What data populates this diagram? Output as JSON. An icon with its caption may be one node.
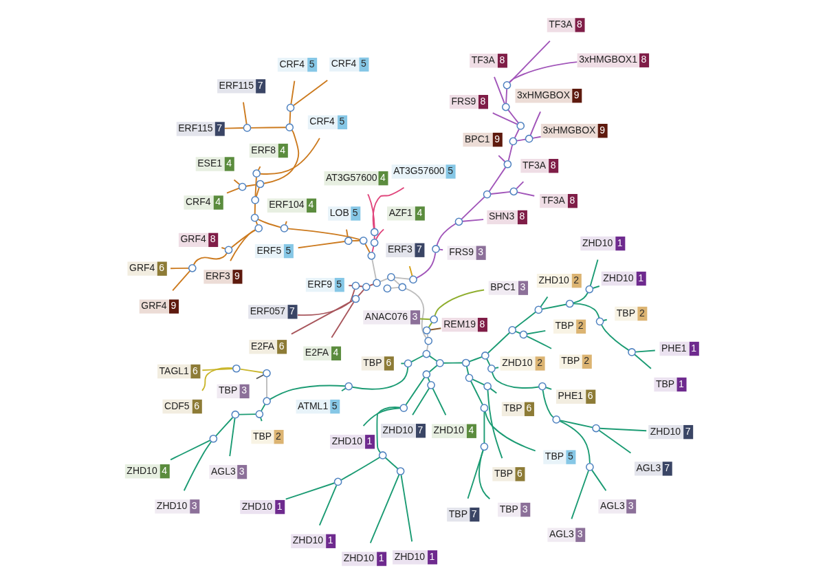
{
  "diagram": {
    "nodes": [
      {
        "text": [
          "ERF057"
        ],
        "beside": [
          "7"
        ]
      },
      {
        "text": [
          "ZHD10"
        ],
        "beside": [
          "1"
        ]
      },
      {
        "text": [
          "ZHD10"
        ],
        "beside": [
          "1"
        ]
      },
      {
        "text": [
          "ZHD10"
        ],
        "beside": [
          "1"
        ]
      },
      {
        "text": [
          "ZHD10"
        ],
        "beside": [
          "1"
        ]
      },
      {
        "text": [
          "ZHD10"
        ],
        "beside": [
          "1"
        ]
      },
      {
        "text": [
          "ZHD10"
        ],
        "beside": [
          "7"
        ]
      },
      {
        "text": [
          "ZHD10"
        ],
        "beside": [
          "4"
        ]
      },
      {
        "text": [
          "TBP"
        ],
        "beside": [
          "7"
        ]
      },
      {
        "text": [
          "TBP"
        ],
        "beside": [
          "3"
        ]
      },
      {
        "text": [
          "TBP"
        ],
        "beside": [
          "5"
        ]
      },
      {
        "text": [
          "TBP"
        ],
        "beside": [
          "6"
        ]
      },
      {
        "text": [
          "TBP"
        ],
        "beside": [
          "6"
        ]
      },
      {
        "text": [
          "AGL3"
        ],
        "beside": [
          "7"
        ]
      },
      {
        "text": [
          "ZHD10"
        ],
        "beside": [
          "7"
        ]
      },
      {
        "text": [
          "AGL3"
        ],
        "beside": [
          "3"
        ]
      },
      {
        "text": [
          "AGL3"
        ],
        "beside": [
          "3"
        ]
      },
      {
        "text": [
          "PHE1"
        ],
        "beside": [
          "6"
        ]
      },
      {
        "text": [
          "ZHD10"
        ],
        "beside": [
          "2"
        ]
      },
      {
        "text": [
          "ZHD10"
        ],
        "beside": [
          "2"
        ]
      },
      {
        "text": [
          "PHE1"
        ],
        "beside": [
          "1"
        ]
      },
      {
        "text": [
          "TBP"
        ],
        "beside": [
          "1"
        ]
      },
      {
        "text": [
          "TBP"
        ],
        "beside": [
          "2"
        ]
      },
      {
        "text": [
          "ZHD10"
        ],
        "beside": [
          "1"
        ]
      },
      {
        "text": [
          "ZHD10"
        ],
        "beside": [
          "1"
        ]
      },
      {
        "text": [
          "TBP"
        ],
        "beside": [
          "2"
        ]
      },
      {
        "text": [
          "TBP"
        ],
        "beside": [
          "2"
        ]
      },
      {
        "text": [
          "ZHD10"
        ],
        "beside": [
          "4"
        ]
      },
      {
        "text": [
          "ZHD10"
        ],
        "beside": [
          "3"
        ]
      },
      {
        "text": [
          "AGL3"
        ],
        "beside": [
          "3"
        ]
      },
      {
        "text": [
          "TBP"
        ],
        "beside": [
          "2"
        ]
      },
      {
        "text": [
          "ATML1"
        ],
        "beside": [
          "5"
        ]
      },
      {
        "text": [
          "TBP"
        ],
        "beside": [
          "6"
        ]
      },
      {
        "text": [
          "TAGL1"
        ],
        "beside": [
          "6"
        ]
      },
      {
        "text": [
          "CDF5"
        ],
        "beside": [
          "6"
        ]
      },
      {
        "text": [
          "TBP"
        ],
        "beside": [
          "3"
        ]
      },
      {
        "text": [
          "REM19"
        ],
        "beside": [
          "8"
        ]
      },
      {
        "text": [
          "BPC1"
        ],
        "beside": [
          "3"
        ]
      },
      {
        "text": [
          "ANAC076"
        ],
        "beside": [
          "3"
        ]
      },
      {
        "text": [
          "TF3A"
        ],
        "beside": [
          "8"
        ]
      },
      {
        "text": [
          "3xHMGBOX1"
        ],
        "beside": [
          "8"
        ]
      },
      {
        "text": [
          "TF3A"
        ],
        "beside": [
          "8"
        ]
      },
      {
        "text": [
          "FRS9"
        ],
        "beside": [
          "8"
        ]
      },
      {
        "text": [
          "3xHMGBOX"
        ],
        "beside": [
          "9"
        ]
      },
      {
        "text": [
          "3xHMGBOX"
        ],
        "beside": [
          "9"
        ]
      },
      {
        "text": [
          "BPC1"
        ],
        "beside": [
          "9"
        ]
      },
      {
        "text": [
          "TF3A"
        ],
        "beside": [
          "8"
        ]
      },
      {
        "text": [
          "TF3A"
        ],
        "beside": [
          "8"
        ]
      },
      {
        "text": [
          "SHN3"
        ],
        "beside": [
          "8"
        ]
      },
      {
        "text": [
          "FRS9"
        ],
        "beside": [
          "3"
        ]
      },
      {
        "text": [
          "ERF3"
        ],
        "beside": [
          "7"
        ]
      },
      {
        "text": [
          "CRF4"
        ],
        "beside": [
          "5"
        ]
      },
      {
        "text": [
          "CRF4"
        ],
        "beside": [
          "5"
        ]
      },
      {
        "text": [
          "ERF115"
        ],
        "beside": [
          "7"
        ]
      },
      {
        "text": [
          "ERF115"
        ],
        "beside": [
          "7"
        ]
      },
      {
        "text": [
          "ESE1"
        ],
        "beside": [
          "4"
        ]
      },
      {
        "text": [
          "CRF4"
        ],
        "beside": [
          "4"
        ]
      },
      {
        "text": [
          "ERF8"
        ],
        "beside": [
          "4"
        ]
      },
      {
        "text": [
          "CRF4"
        ],
        "beside": [
          "5"
        ]
      },
      {
        "text": [
          "GRF4"
        ],
        "beside": [
          "6"
        ]
      },
      {
        "text": [
          "GRF4"
        ],
        "beside": [
          "9"
        ]
      },
      {
        "text": [
          "GRF4"
        ],
        "beside": [
          "8"
        ]
      },
      {
        "text": [
          "ERF3"
        ],
        "beside": [
          "9"
        ]
      },
      {
        "text": [
          "ERF104"
        ],
        "beside": [
          "4"
        ]
      },
      {
        "text": [
          "LOB"
        ],
        "beside": [
          "5"
        ]
      },
      {
        "text": [
          "ERF5"
        ],
        "beside": [
          "5"
        ]
      },
      {
        "text": [
          "AZF1"
        ],
        "beside": [
          "4"
        ]
      },
      {
        "text": [
          "AT3G57600"
        ],
        "beside": [
          "5"
        ]
      },
      {
        "text": [
          "AT3G57600"
        ],
        "beside": [
          "4"
        ]
      },
      {
        "text": [
          "E2FA"
        ],
        "beside": [
          "6"
        ]
      },
      {
        "text": [
          "E2FA"
        ],
        "beside": [
          "4"
        ]
      },
      {
        "text": [
          "ERF9"
        ],
        "beside": [
          "5"
        ]
      },
      {
        "text": [],
        "shape": "circle"
      },
      {
        "text": [],
        "shape": "circle"
      },
      {
        "text": [],
        "shape": "circle"
      },
      {
        "text": [],
        "shape": "circle"
      },
      {
        "text": [],
        "shape": "circle"
      },
      {
        "text": [],
        "shape": "circle"
      },
      {
        "text": [],
        "shape": "circle"
      },
      {
        "text": [],
        "shape": "circle"
      },
      {
        "text": [],
        "shape": "circle"
      },
      {
        "text": [],
        "shape": "circle"
      },
      {
        "text": [],
        "shape": "circle"
      },
      {
        "text": [],
        "shape": "circle"
      },
      {
        "text": [],
        "shape": "circle"
      },
      {
        "text": [],
        "shape": "circle"
      },
      {
        "text": [],
        "shape": "circle"
      },
      {
        "text": [],
        "shape": "circle"
      },
      {
        "text": [],
        "shape": "circle"
      },
      {
        "text": [],
        "shape": "circle"
      },
      {
        "text": [],
        "shape": "circle"
      },
      {
        "text": [],
        "shape": "circle"
      },
      {
        "text": [],
        "shape": "circle"
      },
      {
        "text": [],
        "shape": "circle"
      },
      {
        "text": [],
        "shape": "circle"
      },
      {
        "text": [],
        "shape": "circle"
      },
      {
        "text": [],
        "shape": "circle"
      },
      {
        "text": [],
        "shape": "circle"
      },
      {
        "text": [],
        "shape": "circle"
      },
      {
        "text": [],
        "shape": "circle"
      },
      {
        "text": [],
        "shape": "circle"
      },
      {
        "text": [],
        "shape": "circle"
      },
      {
        "text": [],
        "shape": "circle"
      },
      {
        "text": [],
        "shape": "circle"
      },
      {
        "text": [],
        "shape": "circle"
      },
      {
        "text": [],
        "shape": "circle"
      },
      {
        "text": [],
        "shape": "circle"
      },
      {
        "text": [],
        "shape": "circle"
      },
      {
        "text": [],
        "shape": "circle"
      },
      {
        "text": [],
        "shape": "circle"
      },
      {
        "text": [],
        "shape": "circle"
      },
      {
        "text": [],
        "shape": "circle"
      },
      {
        "text": [],
        "shape": "circle"
      },
      {
        "text": [],
        "shape": "circle"
      },
      {
        "text": [],
        "shape": "circle"
      },
      {
        "text": [],
        "shape": "circle"
      },
      {
        "text": [],
        "shape": "circle"
      },
      {
        "text": [],
        "shape": "circle"
      },
      {
        "text": [],
        "shape": "circle"
      },
      {
        "text": [],
        "shape": "circle"
      },
      {
        "text": [],
        "shape": "circle"
      },
      {
        "text": [],
        "shape": "circle"
      },
      {
        "text": [],
        "shape": "circle"
      },
      {
        "text": [],
        "shape": "circle"
      },
      {
        "text": [],
        "shape": "circle"
      },
      {
        "text": [],
        "shape": "circle"
      },
      {
        "text": [],
        "shape": "circle"
      },
      {
        "text": [],
        "shape": "circle"
      },
      {
        "text": [],
        "shape": "circle"
      },
      {
        "text": [],
        "shape": "circle"
      },
      {
        "text": [],
        "shape": "circle"
      },
      {
        "text": [],
        "shape": "circle"
      },
      {
        "text": [],
        "shape": "circle"
      },
      {
        "text": [],
        "shape": "circle"
      },
      {
        "text": [],
        "shape": "circle"
      },
      {
        "text": [],
        "shape": "circle"
      },
      {
        "text": [],
        "shape": "circle"
      },
      {
        "text": [],
        "shape": "circle"
      },
      {
        "text": [],
        "shape": "circle"
      },
      {
        "text": [],
        "shape": "circle"
      },
      {
        "text": [],
        "shape": "circle"
      },
      {
        "text": [],
        "shape": "circle"
      },
      {
        "text": [],
        "shape": "circle"
      },
      {
        "text": [],
        "shape": "circle"
      }
    ],
    "edges": [
      {
        "from": 72,
        "to": 74,
        "arrow": "none",
        "color": "#bdbdbd"
      },
      {
        "from": 72,
        "to": 107,
        "arrow": "none",
        "color": "#bdbdbd"
      },
      {
        "from": 72,
        "to": 73,
        "arrow": "none",
        "color": "#bdbdbd"
      },
      {
        "from": 74,
        "to": 75,
        "arrow": "none",
        "color": "#bdbdbd"
      },
      {
        "from": 74,
        "to": 96,
        "arrow": "none",
        "color": "#bdbdbd"
      },
      {
        "from": 75,
        "to": 79,
        "arrow": "none",
        "color": "#bdbdbd"
      },
      {
        "from": 75,
        "to": 76,
        "arrow": "none",
        "color": "#a8565c"
      },
      {
        "from": 76,
        "to": 77,
        "arrow": "none",
        "color": "#a8565c"
      },
      {
        "from": 76,
        "to": 78,
        "arrow": "none",
        "color": "#a8565c"
      },
      {
        "from": 77,
        "to": 69,
        "arrow": "none",
        "color": "#a8565c"
      },
      {
        "from": 77,
        "to": 70,
        "arrow": "none",
        "color": "#a8565c"
      },
      {
        "from": 78,
        "to": 71,
        "arrow": "none",
        "color": "#a8565c"
      },
      {
        "from": 78,
        "to": 0,
        "arrow": "none",
        "color": "#a8565c"
      },
      {
        "from": 79,
        "to": 82,
        "arrow": "none",
        "color": "#cc7a1e"
      },
      {
        "from": 79,
        "to": 80,
        "arrow": "none",
        "color": "#e0457b"
      },
      {
        "from": 80,
        "to": 66,
        "arrow": "none",
        "color": "#e0457b"
      },
      {
        "from": 80,
        "to": 81,
        "arrow": "none",
        "color": "#e0457b"
      },
      {
        "from": 81,
        "to": 67,
        "arrow": "none",
        "color": "#e0457b"
      },
      {
        "from": 81,
        "to": 68,
        "arrow": "none",
        "color": "#e0457b"
      },
      {
        "from": 82,
        "to": 84,
        "arrow": "none",
        "color": "#cc7a1e"
      },
      {
        "from": 82,
        "to": 83,
        "arrow": "none",
        "color": "#cc7a1e"
      },
      {
        "from": 83,
        "to": 64,
        "arrow": "none",
        "color": "#cc7a1e"
      },
      {
        "from": 83,
        "to": 65,
        "arrow": "none",
        "color": "#cc7a1e"
      },
      {
        "from": 84,
        "to": 63,
        "arrow": "none",
        "color": "#cc7a1e"
      },
      {
        "from": 84,
        "to": 85,
        "arrow": "none",
        "color": "#cc7a1e"
      },
      {
        "from": 85,
        "to": 86,
        "arrow": "none",
        "color": "#cc7a1e"
      },
      {
        "from": 85,
        "to": 89,
        "arrow": "none",
        "color": "#cc7a1e"
      },
      {
        "from": 86,
        "to": 62,
        "arrow": "none",
        "color": "#cc7a1e"
      },
      {
        "from": 86,
        "to": 87,
        "arrow": "none",
        "color": "#cc7a1e"
      },
      {
        "from": 87,
        "to": 61,
        "arrow": "none",
        "color": "#cc7a1e"
      },
      {
        "from": 87,
        "to": 88,
        "arrow": "none",
        "color": "#cc7a1e"
      },
      {
        "from": 88,
        "to": 60,
        "arrow": "none",
        "color": "#cc7a1e"
      },
      {
        "from": 88,
        "to": 59,
        "arrow": "none",
        "color": "#cc7a1e"
      },
      {
        "from": 89,
        "to": 90,
        "arrow": "none",
        "color": "#cc7a1e"
      },
      {
        "from": 89,
        "to": 91,
        "arrow": "none",
        "color": "#cc7a1e"
      },
      {
        "from": 90,
        "to": 58,
        "arrow": "none",
        "color": "#cc7a1e"
      },
      {
        "from": 90,
        "to": 57,
        "arrow": "none",
        "color": "#cc7a1e"
      },
      {
        "from": 91,
        "to": 92,
        "arrow": "none",
        "color": "#cc7a1e"
      },
      {
        "from": 91,
        "to": 93,
        "arrow": "none",
        "color": "#cc7a1e"
      },
      {
        "from": 92,
        "to": 56,
        "arrow": "none",
        "color": "#cc7a1e"
      },
      {
        "from": 92,
        "to": 55,
        "arrow": "none",
        "color": "#cc7a1e"
      },
      {
        "from": 93,
        "to": 94,
        "arrow": "none",
        "color": "#cc7a1e"
      },
      {
        "from": 93,
        "to": 95,
        "arrow": "none",
        "color": "#cc7a1e"
      },
      {
        "from": 94,
        "to": 54,
        "arrow": "none",
        "color": "#cc7a1e"
      },
      {
        "from": 94,
        "to": 53,
        "arrow": "none",
        "color": "#cc7a1e"
      },
      {
        "from": 95,
        "to": 52,
        "arrow": "none",
        "color": "#cc7a1e"
      },
      {
        "from": 95,
        "to": 51,
        "arrow": "none",
        "color": "#cc7a1e"
      },
      {
        "from": 96,
        "to": 50,
        "arrow": "none",
        "color": "#d4a017"
      },
      {
        "from": 96,
        "to": 97,
        "arrow": "none",
        "color": "#a155b9"
      },
      {
        "from": 97,
        "to": 49,
        "arrow": "none",
        "color": "#a155b9"
      },
      {
        "from": 97,
        "to": 98,
        "arrow": "none",
        "color": "#a155b9"
      },
      {
        "from": 98,
        "to": 48,
        "arrow": "none",
        "color": "#a155b9"
      },
      {
        "from": 98,
        "to": 99,
        "arrow": "none",
        "color": "#a155b9"
      },
      {
        "from": 99,
        "to": 100,
        "arrow": "none",
        "color": "#a155b9"
      },
      {
        "from": 99,
        "to": 101,
        "arrow": "none",
        "color": "#a155b9"
      },
      {
        "from": 100,
        "to": 47,
        "arrow": "none",
        "color": "#a155b9"
      },
      {
        "from": 100,
        "to": 46,
        "arrow": "none",
        "color": "#a155b9"
      },
      {
        "from": 101,
        "to": 45,
        "arrow": "none",
        "color": "#a155b9"
      },
      {
        "from": 101,
        "to": 102,
        "arrow": "none",
        "color": "#a155b9"
      },
      {
        "from": 102,
        "to": 103,
        "arrow": "none",
        "color": "#a155b9"
      },
      {
        "from": 102,
        "to": 104,
        "arrow": "none",
        "color": "#a155b9"
      },
      {
        "from": 103,
        "to": 44,
        "arrow": "none",
        "color": "#a155b9"
      },
      {
        "from": 103,
        "to": 43,
        "arrow": "none",
        "color": "#a155b9"
      },
      {
        "from": 104,
        "to": 42,
        "arrow": "none",
        "color": "#a155b9"
      },
      {
        "from": 104,
        "to": 105,
        "arrow": "none",
        "color": "#a155b9"
      },
      {
        "from": 105,
        "to": 106,
        "arrow": "none",
        "color": "#a155b9"
      },
      {
        "from": 105,
        "to": 39,
        "arrow": "none",
        "color": "#a155b9"
      },
      {
        "from": 106,
        "to": 41,
        "arrow": "none",
        "color": "#a155b9"
      },
      {
        "from": 106,
        "to": 40,
        "arrow": "none",
        "color": "#a155b9"
      },
      {
        "from": 107,
        "to": 108,
        "arrow": "none",
        "color": "#bdbdbd"
      },
      {
        "from": 107,
        "to": 110,
        "arrow": "none",
        "color": "#bdbdbd"
      },
      {
        "from": 108,
        "to": 36,
        "arrow": "none",
        "color": "#8b5a2b"
      },
      {
        "from": 108,
        "to": 109,
        "arrow": "none",
        "color": "#8fae2e"
      },
      {
        "from": 109,
        "to": 38,
        "arrow": "none",
        "color": "#8fae2e"
      },
      {
        "from": 109,
        "to": 37,
        "arrow": "none",
        "color": "#8fae2e"
      },
      {
        "from": 110,
        "to": 111,
        "arrow": "none"
      },
      {
        "from": 110,
        "to": 136,
        "arrow": "none"
      },
      {
        "from": 111,
        "to": 112,
        "arrow": "none"
      },
      {
        "from": 111,
        "to": 118,
        "arrow": "none"
      },
      {
        "from": 112,
        "to": 113,
        "arrow": "none"
      },
      {
        "from": 112,
        "to": 117,
        "arrow": "none"
      },
      {
        "from": 113,
        "to": 114,
        "arrow": "none"
      },
      {
        "from": 113,
        "to": 5,
        "arrow": "none"
      },
      {
        "from": 114,
        "to": 115,
        "arrow": "none"
      },
      {
        "from": 114,
        "to": 116,
        "arrow": "none"
      },
      {
        "from": 115,
        "to": 1,
        "arrow": "none"
      },
      {
        "from": 115,
        "to": 2,
        "arrow": "none"
      },
      {
        "from": 116,
        "to": 3,
        "arrow": "none"
      },
      {
        "from": 116,
        "to": 4,
        "arrow": "none"
      },
      {
        "from": 117,
        "to": 6,
        "arrow": "none"
      },
      {
        "from": 117,
        "to": 7,
        "arrow": "none"
      },
      {
        "from": 118,
        "to": 119,
        "arrow": "none"
      },
      {
        "from": 118,
        "to": 123,
        "arrow": "none"
      },
      {
        "from": 119,
        "to": 120,
        "arrow": "none"
      },
      {
        "from": 119,
        "to": 122,
        "arrow": "none"
      },
      {
        "from": 120,
        "to": 121,
        "arrow": "none"
      },
      {
        "from": 120,
        "to": 10,
        "arrow": "none"
      },
      {
        "from": 121,
        "to": 8,
        "arrow": "none"
      },
      {
        "from": 121,
        "to": 9,
        "arrow": "none"
      },
      {
        "from": 122,
        "to": 11,
        "arrow": "none"
      },
      {
        "from": 122,
        "to": 12,
        "arrow": "none"
      },
      {
        "from": 123,
        "to": 124,
        "arrow": "none"
      },
      {
        "from": 123,
        "to": 129,
        "arrow": "none"
      },
      {
        "from": 124,
        "to": 125,
        "arrow": "none"
      },
      {
        "from": 124,
        "to": 18,
        "arrow": "none"
      },
      {
        "from": 125,
        "to": 126,
        "arrow": "none"
      },
      {
        "from": 125,
        "to": 17,
        "arrow": "none"
      },
      {
        "from": 126,
        "to": 127,
        "arrow": "none"
      },
      {
        "from": 126,
        "to": 128,
        "arrow": "none"
      },
      {
        "from": 127,
        "to": 13,
        "arrow": "none"
      },
      {
        "from": 127,
        "to": 14,
        "arrow": "none"
      },
      {
        "from": 128,
        "to": 15,
        "arrow": "none"
      },
      {
        "from": 128,
        "to": 16,
        "arrow": "none"
      },
      {
        "from": 129,
        "to": 130,
        "arrow": "none"
      },
      {
        "from": 129,
        "to": 135,
        "arrow": "none"
      },
      {
        "from": 130,
        "to": 19,
        "arrow": "none"
      },
      {
        "from": 130,
        "to": 131,
        "arrow": "none"
      },
      {
        "from": 131,
        "to": 132,
        "arrow": "none"
      },
      {
        "from": 131,
        "to": 134,
        "arrow": "none"
      },
      {
        "from": 132,
        "to": 133,
        "arrow": "none"
      },
      {
        "from": 132,
        "to": 22,
        "arrow": "none"
      },
      {
        "from": 133,
        "to": 20,
        "arrow": "none"
      },
      {
        "from": 133,
        "to": 21,
        "arrow": "none"
      },
      {
        "from": 134,
        "to": 23,
        "arrow": "none"
      },
      {
        "from": 134,
        "to": 24,
        "arrow": "none"
      },
      {
        "from": 135,
        "to": 25,
        "arrow": "none"
      },
      {
        "from": 135,
        "to": 26,
        "arrow": "none"
      },
      {
        "from": 136,
        "to": 137,
        "arrow": "none"
      },
      {
        "from": 136,
        "to": 32,
        "arrow": "none"
      },
      {
        "from": 137,
        "to": 31,
        "arrow": "none"
      },
      {
        "from": 137,
        "to": 138,
        "arrow": "none"
      },
      {
        "from": 138,
        "to": 139,
        "arrow": "none"
      },
      {
        "from": 138,
        "to": 142,
        "arrow": "none",
        "color": "#bdbdbd"
      },
      {
        "from": 139,
        "to": 140,
        "arrow": "none"
      },
      {
        "from": 139,
        "to": 30,
        "arrow": "none"
      },
      {
        "from": 140,
        "to": 141,
        "arrow": "none"
      },
      {
        "from": 140,
        "to": 29,
        "arrow": "none"
      },
      {
        "from": 141,
        "to": 28,
        "arrow": "none"
      },
      {
        "from": 141,
        "to": 27,
        "arrow": "none"
      },
      {
        "from": 142,
        "to": 35,
        "arrow": "none",
        "color": "#555555"
      },
      {
        "from": 142,
        "to": 143,
        "arrow": "none",
        "color": "#c9b52a"
      },
      {
        "from": 143,
        "to": 34,
        "arrow": "none",
        "color": "#c9b52a"
      },
      {
        "from": 143,
        "to": 33,
        "arrow": "none",
        "color": "#c9b52a"
      }
    ]
  }
}
